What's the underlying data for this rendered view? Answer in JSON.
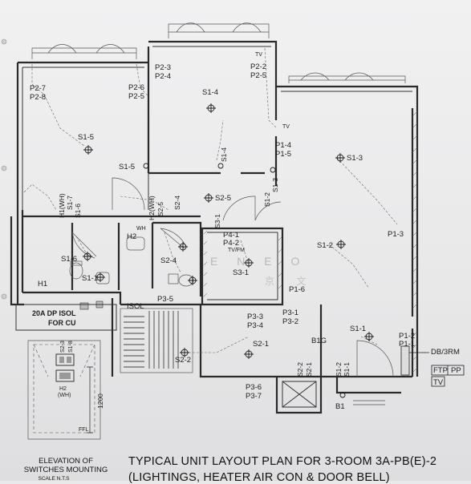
{
  "title": "TYPICAL UNIT LAYOUT PLAN FOR 3-ROOM 3A-PB(E)-2",
  "subtitle": "(LIGHTINGS, HEATER AIR CON & DOOR BELL)",
  "elevation": {
    "line1": "ELEVATION OF",
    "line2": "SWITCHES MOUNTING",
    "scale": "SCALE N.T.S",
    "height": "1200",
    "ffl": "FFL",
    "h2": "H2",
    "wh": "(WH)",
    "s2": "S2-3",
    "s1": "S1-8"
  },
  "watermark": {
    "text1": "E N E O",
    "text2": "京 文"
  },
  "labels": {
    "p27": "P2-7",
    "p28": "P2-8",
    "p26": "P2-6",
    "p25": "P2-5",
    "p23": "P2-3",
    "p24": "P2-4",
    "p22": "P2-2",
    "p25b": "P2-5",
    "tv1": "TV",
    "s14": "S1-4",
    "s15": "S1-5",
    "s15b": "S1-5",
    "s14b": "S1-4",
    "p14": "P1-4",
    "p15": "P1-5",
    "tv2": "TV",
    "s13": "S1-3",
    "s12": "S1-2",
    "s13b": "S1-3",
    "s25": "S2-5",
    "h1wh": "H1(WH)",
    "s17": "S1-7",
    "s16": "S1-6",
    "h2wh": "H2(WH)",
    "s25b": "S2-5",
    "s24": "S2-4",
    "s31": "S3-1",
    "p41": "P4-1",
    "p42": "P4-2",
    "tvfm": "TV/FM",
    "s22": "S2-2",
    "s12b": "S1-2",
    "p13": "P1-3",
    "h2": "H2",
    "wh": "WH",
    "s16b": "S1-6",
    "s24b": "S2-4",
    "s31b": "S3-1",
    "h1": "H1",
    "s11": "S1-1",
    "dp": "20A DP ISOL",
    "forcu": "FOR CU",
    "isol": "ISOL",
    "p35": "P3-5",
    "p16": "P1-6",
    "p33": "P3-3",
    "p34": "P3-4",
    "p31": "P3-1",
    "p32": "P3-2",
    "b1g": "B1G",
    "s11b": "S1-1",
    "s21": "S2-1",
    "s22b": "S2-2",
    "s22c": "S2-2",
    "s21b": "S2-1",
    "s12c": "S1-2",
    "s11c": "S1-1",
    "s12d": "S1-2",
    "p36": "P3-6",
    "p37": "P3-7",
    "b1": "B1",
    "p12": "P1-2",
    "p11": "P1-1",
    "db": "DB/3RM",
    "ftp": "FTP",
    "pp": "PP",
    "tv3": "TV"
  }
}
